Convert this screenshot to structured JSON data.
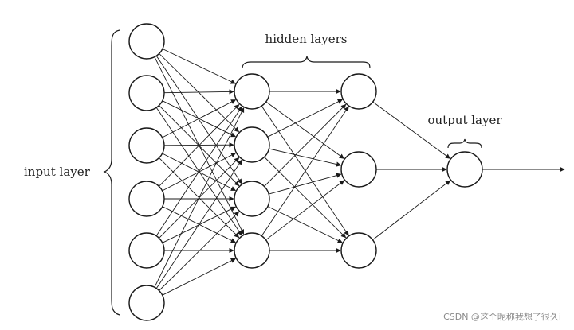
{
  "labels": {
    "input_layer": "input layer",
    "hidden_layers": "hidden layers",
    "output_layer": "output layer"
  },
  "watermark": "CSDN @这个昵称我想了很久i",
  "network": {
    "layers": [
      {
        "name": "input",
        "nodes": 6
      },
      {
        "name": "hidden-1",
        "nodes": 4
      },
      {
        "name": "hidden-2",
        "nodes": 3
      },
      {
        "name": "output",
        "nodes": 1
      }
    ],
    "fully_connected": true,
    "output_arrow": true
  },
  "colors": {
    "stroke": "#1a1a1a",
    "text": "#222222",
    "watermark": "#8a8a8a",
    "background": "#ffffff"
  }
}
